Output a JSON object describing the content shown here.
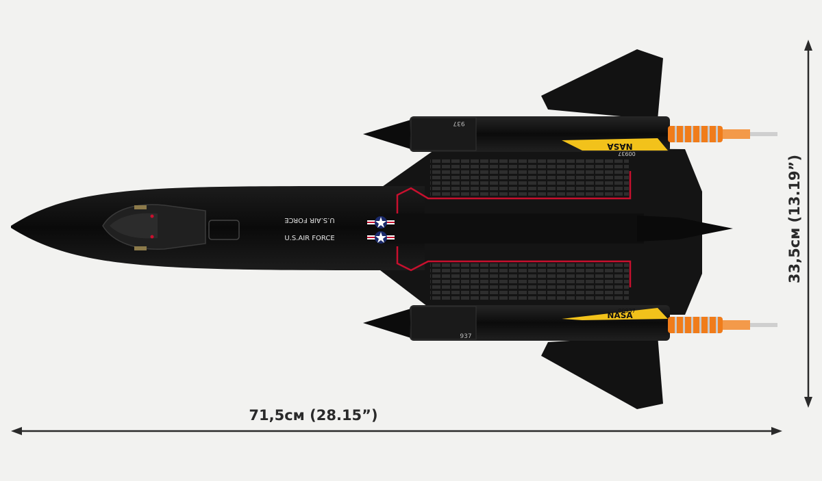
{
  "dimensions": {
    "width_text": "71,5см (28.15”)",
    "height_text": "33,5см (13.19”)"
  },
  "markings": {
    "fuselage_text_top": "U.S.AIR FORCE",
    "fuselage_text_bottom": "U.S.AIR FORCE",
    "tail_number_top": "937",
    "tail_number_bottom": "937",
    "nasa_top": "NASA",
    "nasa_bottom": "NASA",
    "nasa_id_top": "00937",
    "nasa_id_bottom": "00937"
  },
  "colors": {
    "background": "#f2f2f0",
    "aircraft": "#111111",
    "accent_red": "#c8102e",
    "exhaust_orange": "#f07c1a",
    "nasa_yellow": "#f2c21b",
    "arrow": "#2a2a2a"
  }
}
